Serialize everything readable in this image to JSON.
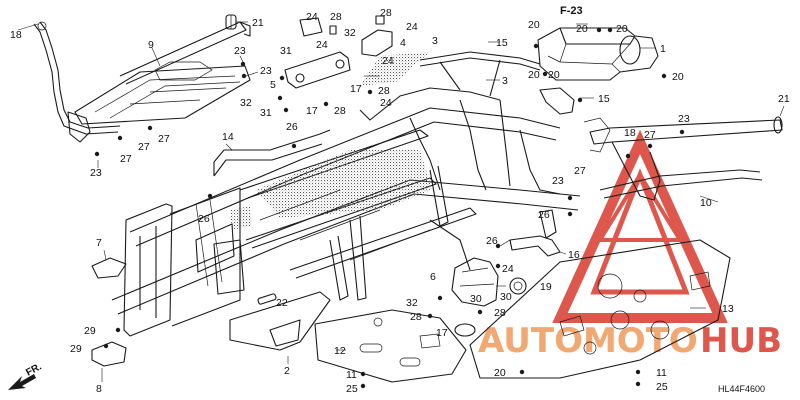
{
  "diagram": {
    "reference": "F-23",
    "code": "HL44F4600",
    "direction_label": "FR.",
    "callouts": [
      {
        "id": "c18a",
        "label": "18"
      },
      {
        "id": "c9",
        "label": "9"
      },
      {
        "id": "c21a",
        "label": "21"
      },
      {
        "id": "c23a",
        "label": "23"
      },
      {
        "id": "c23b",
        "label": "23"
      },
      {
        "id": "c27a",
        "label": "27"
      },
      {
        "id": "c27b",
        "label": "27"
      },
      {
        "id": "c27c",
        "label": "27"
      },
      {
        "id": "c23c",
        "label": "23"
      },
      {
        "id": "c24a",
        "label": "24"
      },
      {
        "id": "c28a",
        "label": "28"
      },
      {
        "id": "c28b",
        "label": "28"
      },
      {
        "id": "c24b",
        "label": "24"
      },
      {
        "id": "c31a",
        "label": "31"
      },
      {
        "id": "c24c",
        "label": "24"
      },
      {
        "id": "c32a",
        "label": "32"
      },
      {
        "id": "c4",
        "label": "4"
      },
      {
        "id": "c24d",
        "label": "24"
      },
      {
        "id": "c5",
        "label": "5"
      },
      {
        "id": "c32b",
        "label": "32"
      },
      {
        "id": "c31b",
        "label": "31"
      },
      {
        "id": "c17a",
        "label": "17"
      },
      {
        "id": "c28c",
        "label": "28"
      },
      {
        "id": "c17b",
        "label": "17"
      },
      {
        "id": "c28d",
        "label": "28"
      },
      {
        "id": "c24e",
        "label": "24"
      },
      {
        "id": "c26a",
        "label": "26"
      },
      {
        "id": "c14",
        "label": "14"
      },
      {
        "id": "c3a",
        "label": "3"
      },
      {
        "id": "c15a",
        "label": "15"
      },
      {
        "id": "c3b",
        "label": "3"
      },
      {
        "id": "c15b",
        "label": "15"
      },
      {
        "id": "c20a",
        "label": "20"
      },
      {
        "id": "c20b",
        "label": "20"
      },
      {
        "id": "c20c",
        "label": "20"
      },
      {
        "id": "c1",
        "label": "1"
      },
      {
        "id": "c20d",
        "label": "20"
      },
      {
        "id": "c20e",
        "label": "20"
      },
      {
        "id": "c20f",
        "label": "20"
      },
      {
        "id": "c21b",
        "label": "21"
      },
      {
        "id": "c23d",
        "label": "23"
      },
      {
        "id": "c18b",
        "label": "18"
      },
      {
        "id": "c27d",
        "label": "27"
      },
      {
        "id": "c27e",
        "label": "27"
      },
      {
        "id": "c23e",
        "label": "23"
      },
      {
        "id": "c10",
        "label": "10"
      },
      {
        "id": "c26b",
        "label": "26"
      },
      {
        "id": "c7",
        "label": "7"
      },
      {
        "id": "c26c",
        "label": "26"
      },
      {
        "id": "c26d",
        "label": "26"
      },
      {
        "id": "c16",
        "label": "16"
      },
      {
        "id": "c6",
        "label": "6"
      },
      {
        "id": "c24f",
        "label": "24"
      },
      {
        "id": "c19",
        "label": "19"
      },
      {
        "id": "c30a",
        "label": "30"
      },
      {
        "id": "c30b",
        "label": "30"
      },
      {
        "id": "c32c",
        "label": "32"
      },
      {
        "id": "c22",
        "label": "22"
      },
      {
        "id": "c28e",
        "label": "28"
      },
      {
        "id": "c28f",
        "label": "28"
      },
      {
        "id": "c17c",
        "label": "17"
      },
      {
        "id": "c29a",
        "label": "29"
      },
      {
        "id": "c29b",
        "label": "29"
      },
      {
        "id": "c12",
        "label": "12"
      },
      {
        "id": "c2",
        "label": "2"
      },
      {
        "id": "c8",
        "label": "8"
      },
      {
        "id": "c11a",
        "label": "11"
      },
      {
        "id": "c25a",
        "label": "25"
      },
      {
        "id": "c20g",
        "label": "20"
      },
      {
        "id": "c11b",
        "label": "11"
      },
      {
        "id": "c25b",
        "label": "25"
      },
      {
        "id": "c13",
        "label": "13"
      }
    ]
  },
  "watermark": {
    "text_orange": "AUTOMOTO",
    "text_red": "HUB",
    "color_red": "#d93a2e",
    "color_orange": "#ef9a5a"
  },
  "colors": {
    "line": "#1a1a1a",
    "background": "#ffffff"
  }
}
